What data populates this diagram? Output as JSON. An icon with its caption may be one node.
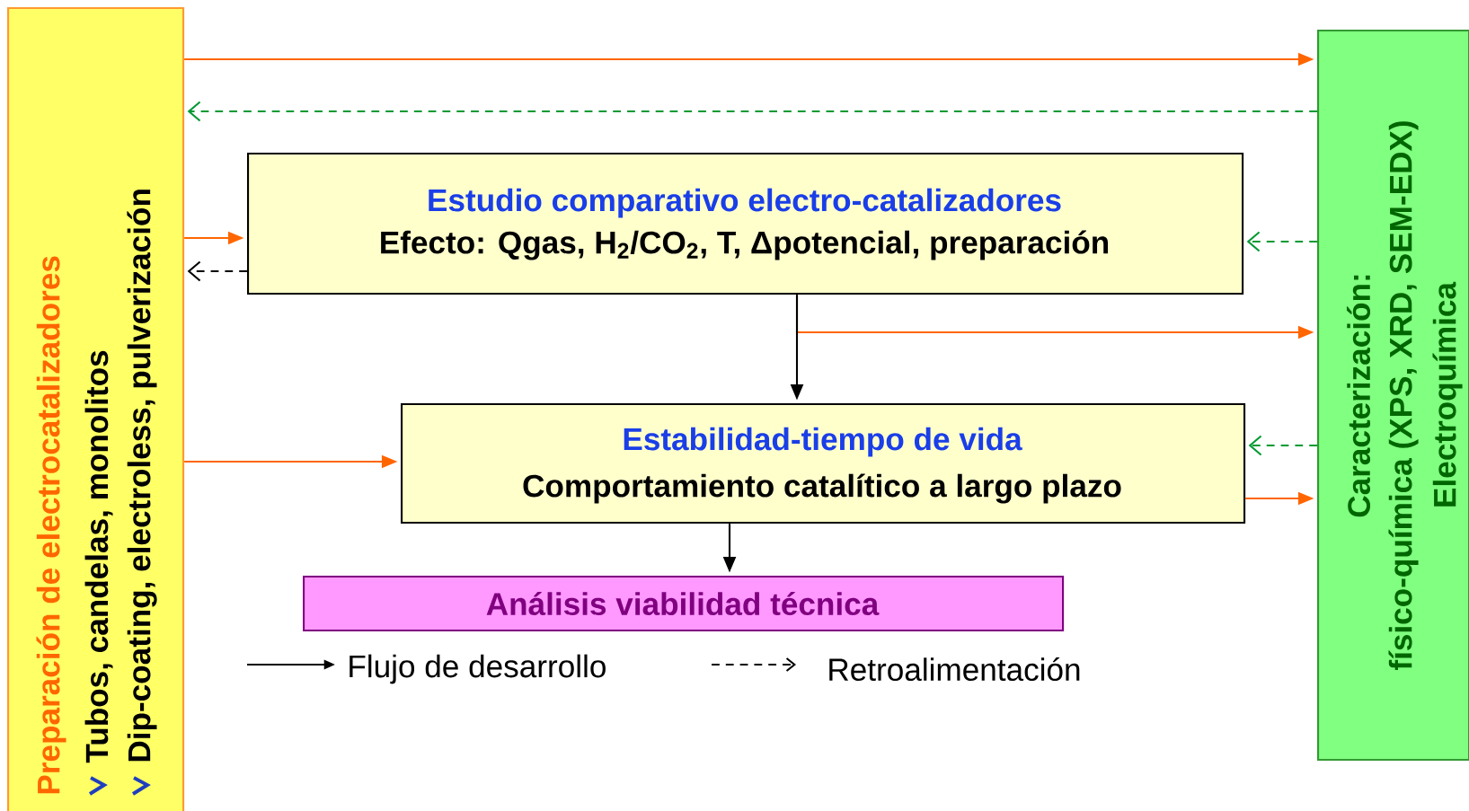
{
  "diagram": {
    "nodes": [
      {
        "text": [
          "Preparación de electrocatalizadores",
          "Tubos, candelas, monolitos",
          "Dip-coating, electroless, pulverización"
        ]
      },
      {
        "text": [
          "Caracterización:",
          "físico-química (XPS, XRD, SEM-EDX)",
          "Electroquímica"
        ]
      },
      {
        "text": [
          "Estudio comparativo electro-catalizadores",
          "Efecto: Qgas, H$_{2}$/CO$_{2}$, T, Δpotencial, preparación"
        ]
      },
      {
        "text": [
          "Estabilidad-tiempo de vida",
          "Comportamiento catalítico a largo plazo"
        ]
      },
      {
        "text": [
          "Análisis viabilidad técnica"
        ]
      }
    ],
    "edges": [
      {
        "from": 0,
        "to": 1,
        "arrow": "to"
      },
      {
        "from": 1,
        "to": 0,
        "arrow": "to",
        "style": "dashed",
        "color": "#009933"
      },
      {
        "from": 0,
        "to": 2,
        "arrow": "to"
      },
      {
        "from": 2,
        "to": 0,
        "arrow": "to",
        "style": "dashed",
        "color": "#000000"
      },
      {
        "from": 1,
        "to": 2,
        "arrow": "to",
        "style": "dashed",
        "color": "#009933"
      },
      {
        "from": 2,
        "to": 3,
        "arrow": "to",
        "color": "#000000"
      },
      {
        "from": 2,
        "to": 1,
        "arrow": "to"
      },
      {
        "from": 0,
        "to": 3,
        "arrow": "to"
      },
      {
        "from": 1,
        "to": 3,
        "arrow": "to",
        "style": "dashed",
        "color": "#009933"
      },
      {
        "from": 3,
        "to": 1,
        "arrow": "to"
      },
      {
        "from": 3,
        "to": 4,
        "arrow": "to",
        "color": "#000000"
      }
    ],
    "legend": [
      {
        "text": "Flujo de desarrollo"
      },
      {
        "text": "Retroalimentación"
      }
    ]
  }
}
